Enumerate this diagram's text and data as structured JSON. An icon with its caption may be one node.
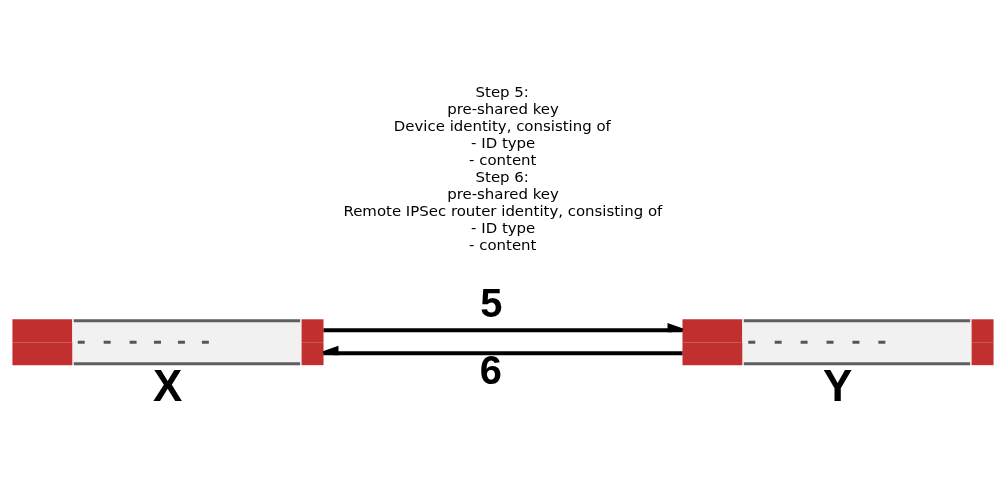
{
  "diagram": {
    "nodes": [
      {
        "text": [],
        "shape": "picture",
        "beside": [
          "X"
        ]
      },
      {
        "text": [],
        "shape": "picture",
        "beside": [
          "Y"
        ]
      }
    ],
    "edges": [
      {
        "from": 0,
        "to": 1,
        "arrow": "to",
        "label": "5"
      },
      {
        "from": 1,
        "to": 0,
        "arrow": "to",
        "label": "6"
      }
    ],
    "labels": [
      "Step 5:",
      "pre-shared key",
      "Device identity, consisting of",
      "- ID type",
      "- content",
      "Step 6:",
      "pre-shared key",
      "Remote IPSec router identity, consisting of",
      "- ID type",
      "- content"
    ]
  }
}
